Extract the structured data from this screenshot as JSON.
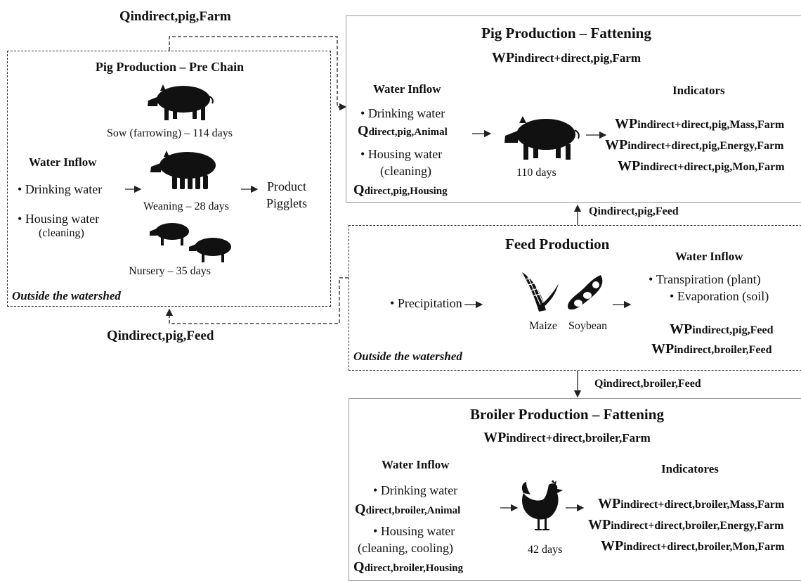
{
  "colors": {
    "icon": "#111111",
    "line": "#222222",
    "solid_border": "#999999"
  },
  "labels": {
    "q_indirect_pig_farm": {
      "lead": "Q",
      "rest": "indirect,pig,Farm"
    },
    "q_indirect_pig_feed_left": {
      "lead": "Q",
      "rest": "indirect,pig,Feed"
    },
    "q_indirect_pig_feed_right": {
      "lead": "Q",
      "rest": "indirect,pig,Feed"
    },
    "q_indirect_broiler_feed": {
      "lead": "Q",
      "rest": "indirect,broiler,Feed"
    }
  },
  "prechain": {
    "title": "Pig Production – Pre Chain",
    "sow": "Sow (farrowing) – 114 days",
    "weaning": "Weaning – 28 days",
    "nursery": "Nursery – 35 days",
    "water_inflow": "Water Inflow",
    "drinking": "Drinking water",
    "housing": "Housing water",
    "cleaning": "(cleaning)",
    "product_line1": "Product",
    "product_line2": "Pigglets",
    "outside": "Outside the watershed",
    "icons": [
      "sow-icon",
      "sow-with-piglets-icon",
      "nursery-pigs-icon"
    ]
  },
  "fattening": {
    "title": "Pig Production – Fattening",
    "wp": {
      "lead": "WP",
      "rest": "indirect+direct,pig,Farm"
    },
    "water_inflow": "Water Inflow",
    "drinking": "Drinking water",
    "q_drinking": {
      "lead": "Q",
      "rest": "direct,pig,Animal"
    },
    "housing": "Housing water",
    "cleaning": "(cleaning)",
    "q_housing": {
      "lead": "Q",
      "rest": "direct,pig,Housing"
    },
    "days": "110 days",
    "indicators": "Indicators",
    "ind": [
      {
        "lead": "WP",
        "rest": "indirect+direct,pig,Mass,Farm"
      },
      {
        "lead": "WP",
        "rest": "indirect+direct,pig,Energy,Farm"
      },
      {
        "lead": "WP",
        "rest": "indirect+direct,pig,Mon,Farm"
      }
    ],
    "icon": "pig-icon"
  },
  "feed": {
    "title": "Feed Production",
    "precipitation": "Precipitation",
    "maize": "Maize",
    "soybean": "Soybean",
    "water_inflow": "Water Inflow",
    "transpiration": "Transpiration (plant)",
    "evaporation": "Evaporation (soil)",
    "wp1": {
      "lead": "WP",
      "rest": "indirect,pig,Feed"
    },
    "wp2": {
      "lead": "WP",
      "rest": "indirect,broiler,Feed"
    },
    "outside": "Outside the watershed",
    "icons": [
      "maize-icon",
      "soybean-icon"
    ]
  },
  "broiler": {
    "title": "Broiler Production – Fattening",
    "wp": {
      "lead": "WP",
      "rest": "indirect+direct,broiler,Farm"
    },
    "water_inflow": "Water Inflow",
    "drinking": "Drinking water",
    "q_drinking": {
      "lead": "Q",
      "rest": "direct,broiler,Animal"
    },
    "housing": "Housing water",
    "cleaning": "(cleaning, cooling)",
    "q_housing": {
      "lead": "Q",
      "rest": "direct,broiler,Housing"
    },
    "days": "42 days",
    "indicators": "Indicatores",
    "ind": [
      {
        "lead": "WP",
        "rest": "indirect+direct,broiler,Mass,Farm"
      },
      {
        "lead": "WP",
        "rest": "indirect+direct,broiler,Energy,Farm"
      },
      {
        "lead": "WP",
        "rest": "indirect+direct,broiler,Mon,Farm"
      }
    ],
    "icon": "chicken-icon"
  }
}
